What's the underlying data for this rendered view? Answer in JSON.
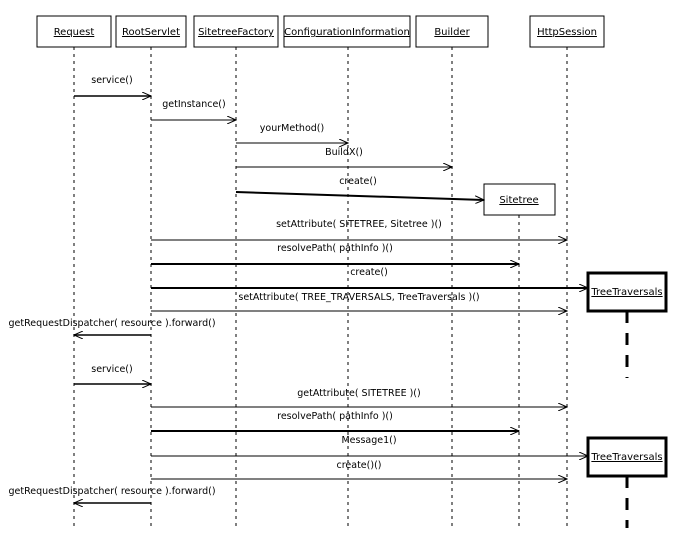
{
  "participants": [
    {
      "id": "request",
      "label": "Request"
    },
    {
      "id": "rootservlet",
      "label": "RootServlet"
    },
    {
      "id": "sitetreefactory",
      "label": "SitetreeFactory"
    },
    {
      "id": "configinfo",
      "label": "ConfigurationInformation"
    },
    {
      "id": "builder",
      "label": "Builder"
    },
    {
      "id": "httpsession",
      "label": "HttpSession"
    }
  ],
  "created_objects": [
    {
      "id": "sitetree",
      "label": "Sitetree"
    },
    {
      "id": "treetraversals1",
      "label": "TreeTraversals"
    },
    {
      "id": "treetraversals2",
      "label": "TreeTraversals"
    }
  ],
  "messages": [
    {
      "id": "m1",
      "label": "service()"
    },
    {
      "id": "m2",
      "label": "getInstance()"
    },
    {
      "id": "m3",
      "label": "yourMethod()"
    },
    {
      "id": "m4",
      "label": "BuildX()"
    },
    {
      "id": "m5",
      "label": "create()"
    },
    {
      "id": "m6",
      "label": "setAttribute( SITETREE, Sitetree )()"
    },
    {
      "id": "m7",
      "label": "resolvePath( pathInfo )()"
    },
    {
      "id": "m8",
      "label": "create()"
    },
    {
      "id": "m9",
      "label": "setAttribute( TREE_TRAVERSALS, TreeTraversals )()"
    },
    {
      "id": "m10",
      "label": "getRequestDispatcher( resource ).forward()"
    },
    {
      "id": "m11",
      "label": "service()"
    },
    {
      "id": "m12",
      "label": "getAttribute( SITETREE )()"
    },
    {
      "id": "m13",
      "label": "resolvePath( pathInfo )()"
    },
    {
      "id": "m14",
      "label": "Message1()"
    },
    {
      "id": "m15",
      "label": "create()()"
    },
    {
      "id": "m16",
      "label": "getRequestDispatcher( resource ).forward()"
    }
  ]
}
